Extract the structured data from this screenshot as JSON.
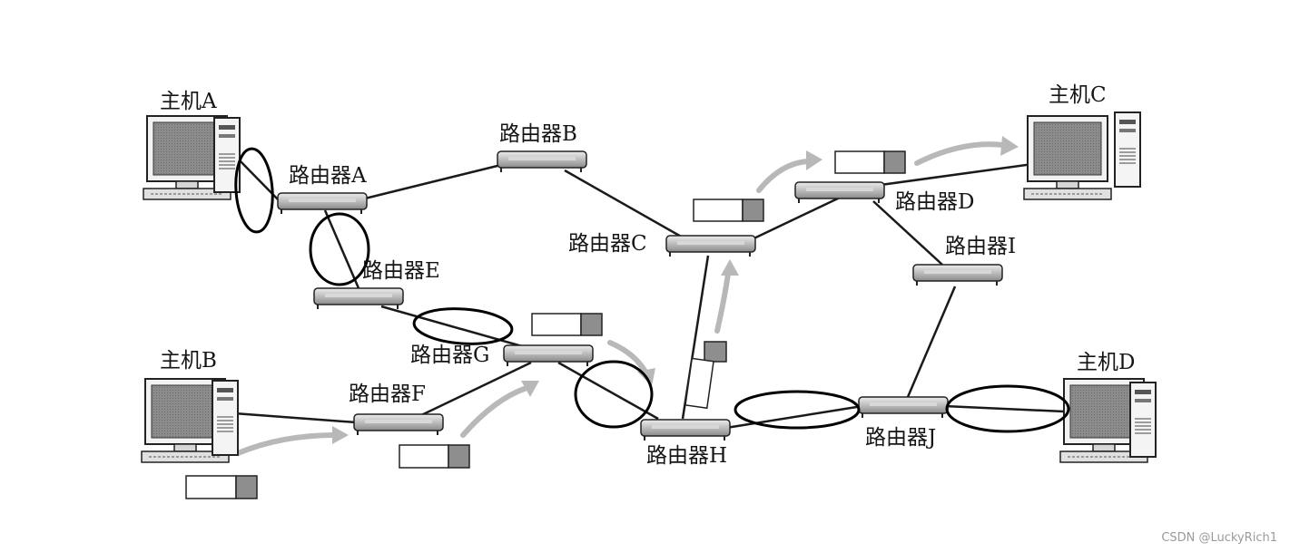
{
  "labels": {
    "host_a": "主机A",
    "host_b": "主机B",
    "host_c": "主机C",
    "host_d": "主机D",
    "router_a": "路由器A",
    "router_b": "路由器B",
    "router_c": "路由器C",
    "router_d": "路由器D",
    "router_e": "路由器E",
    "router_f": "路由器F",
    "router_g": "路由器G",
    "router_h": "路由器H",
    "router_i": "路由器I",
    "router_j": "路由器J"
  },
  "watermark": "CSDN @LuckyRich1"
}
